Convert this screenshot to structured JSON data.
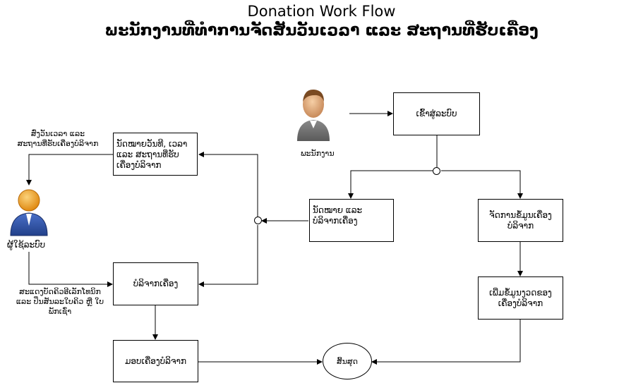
{
  "title": "Donation Work Flow",
  "subtitle": "ພະນັກງານທີ່ທຳການຈັດສັນວັນເວລາ ແລະ ສະຖານທີ່ຮັບເຄື່ອງ",
  "actors": {
    "staff": "ພະນັກງານ",
    "user": "ຜູ້ໃຊ້ລະບົບ"
  },
  "boxes": {
    "login": "ເຂົ້າສູ່ລະບົບ",
    "schedule": "ນັດໝາຍວັນທີ, ເວລາ ແລະ ສະຖານທີ່ຮັບເຄື່ອງບໍລິຈາກ",
    "appoint": "ນັດໝາຍ ແລະ ບໍລິຈາກເຄື່ອງ",
    "manage": "ຈັດການຂໍ້ມູນເຄື່ອງບໍລິຈາກ",
    "add": "ເພີ່ມຂໍ້ມູນງວດຂອງເຄື່ອງບໍລິຈາກ",
    "donate": "ບໍລິຈາກເຄື່ອງ",
    "deliver": "ມອບເຄື່ອງບໍລິຈາກ",
    "end": "ສິ້ນສຸດ"
  },
  "labels": {
    "notify": "ສົ່ງວັນເວລາ ແລະ ສະຖານທີ່ຮັບເຄື່ອງບໍລິຈາກ",
    "show_qr": "ສະແດງບັດຄິວອີເລັກໂທນິກ ແລະ ປິ່ນສັນລະໃບຄິວ ຫຼື ໃບພັກເຊົ່າ"
  }
}
